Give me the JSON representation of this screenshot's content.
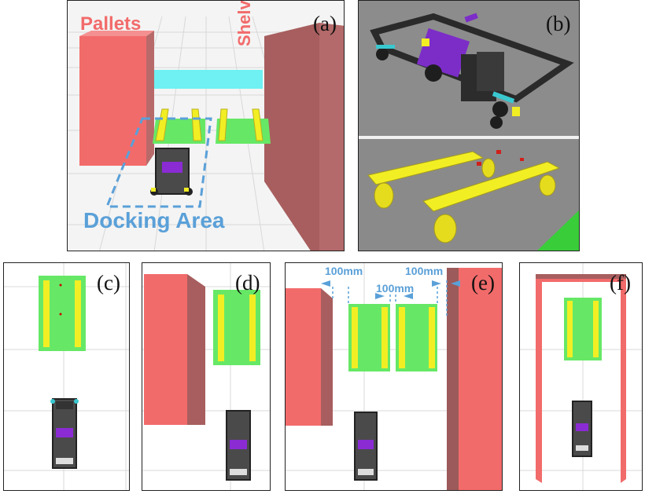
{
  "panels": {
    "a": {
      "label": "(a)",
      "pallets_text": "Pallets",
      "shelves_text": "Shelves",
      "docking_text": "Docking Area"
    },
    "b": {
      "label": "(b)"
    },
    "c": {
      "label": "(c)"
    },
    "d": {
      "label": "(d)"
    },
    "e": {
      "label": "(e)",
      "gap_left": "100mm",
      "gap_middle": "100mm",
      "gap_right": "100mm"
    },
    "f": {
      "label": "(f)"
    }
  },
  "colors": {
    "shelf_red": "#f26b6b",
    "shelf_dark": "#a85e5e",
    "pallet_green": "#66e866",
    "pallet_yellow": "#f2ee24",
    "robot_purple": "#8a2bd4",
    "docking_blue": "#5aa0d8",
    "floor_cyan": "#6ff0f2"
  }
}
